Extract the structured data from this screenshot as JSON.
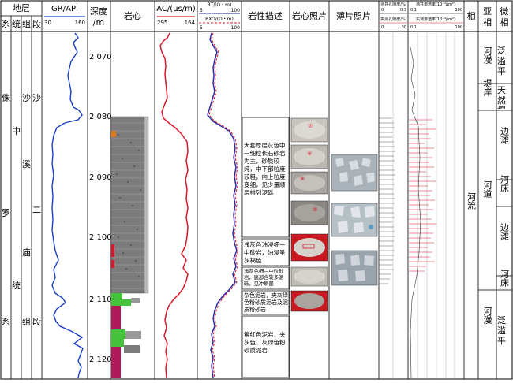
{
  "header": {
    "strata": "地层",
    "system": "系",
    "series": "统",
    "group": "组",
    "section": "段",
    "gr_title": "GR/API",
    "gr_min": "30",
    "gr_max": "160",
    "depth_title_1": "深度",
    "depth_title_2": "/m",
    "core_col": "岩心",
    "ac_title": "AC/(μs/m)",
    "ac_min": "295",
    "ac_max": "164",
    "rt_title": "RT/(Ω・m)",
    "rt_min": "5",
    "rt_max": "100",
    "rxo_title": "RXO/(Ω・m)",
    "rxo_min": "5",
    "rxo_max": "100",
    "litho_desc": "岩性描述",
    "core_photo": "岩心照片",
    "thin_photo": "薄片照片",
    "por_log": "测井孔隙度/%",
    "por_log_min": "0",
    "por_log_max": "0.3",
    "por_meas": "实测孔隙度/%",
    "por_meas_min": "0",
    "por_meas_max": "30",
    "perm_log": "测井渗透率(10⁻³μm²)",
    "perm_log_min": "0.1",
    "perm_log_max": "100",
    "perm_meas": "实测渗透率(10⁻³μm²)",
    "perm_meas_min": "0.1",
    "perm_meas_max": "100",
    "facies": "相",
    "subfacies": "亚相",
    "microfacies": "微相"
  },
  "stratigraphy": {
    "system": [
      "侏",
      "罗",
      "系"
    ],
    "series": [
      "中",
      "统"
    ],
    "group": [
      "沙",
      "溪",
      "庙",
      "组"
    ],
    "section": [
      "沙",
      "二",
      "段"
    ]
  },
  "depth_ticks": [
    "2 070",
    "2 080",
    "2 090",
    "2 100",
    "2 110",
    "2 120"
  ],
  "descriptions": [
    "大套厚层灰色中—细粒长石砂岩为主，砂质较纯，中下部粒度较粗，向上粒度变细，见少量顺层排列泥砾",
    "浅灰色油浸细—中砂岩，油浸呈灰褐色",
    "浅灰色细—中粒砂岩，底部含较多泥砾，见冲刷面",
    "杂色泥岩，夹灰绿色粉砂质泥岩及泥质粉砂岩",
    "紫红色泥岩，夹灰色、灰绿色粉砂质泥岩"
  ],
  "core_marks": [
    "⑦",
    "⑧",
    "⑨",
    "⑩"
  ],
  "facies": {
    "main": "河流",
    "sub": [
      "河漫",
      "堤岸",
      "河道",
      "河漫"
    ],
    "micro": [
      "泛滥平原",
      "天然堤",
      "边滩",
      "河床",
      "边滩",
      "河床",
      "泛滥平原"
    ]
  },
  "colors": {
    "gr_curve": "#1a3ec8",
    "ac_curve": "#d8182a",
    "rt_curve": "#2a2aa8",
    "rxo_curve": "#e0202a",
    "sandstone": "#7c7c7c",
    "mudstone_red": "#b0195a",
    "mudstone_green": "#44c23c",
    "oil": "#e07818"
  }
}
